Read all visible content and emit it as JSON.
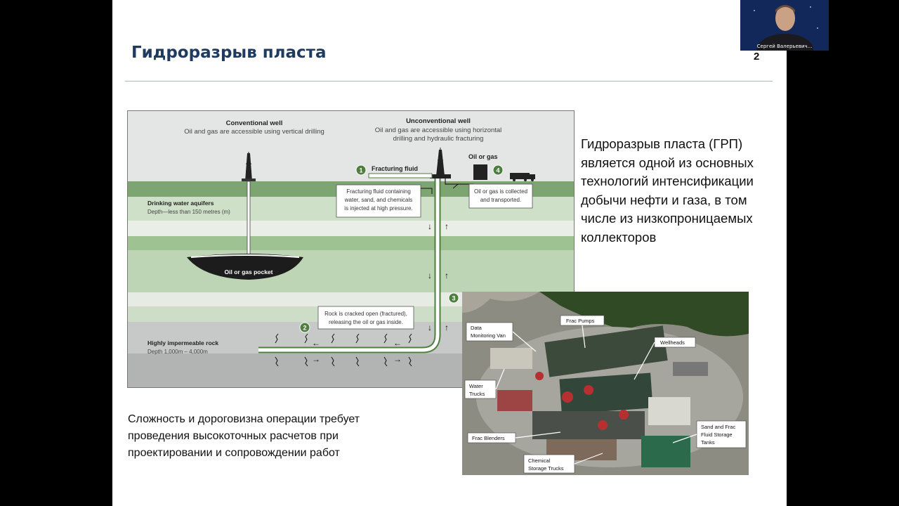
{
  "slide": {
    "title": "Гидроразрыв пласта",
    "number": "2",
    "body_text": "Гидроразрыв пласта (ГРП) является одной из основных технологий интенсификации добычи нефти и газа, в том числе из низкопроницаемых коллекторов",
    "bottom_text": "Сложность и дороговизна операции требует проведения высокоточных расчетов при проектировании и сопровождении работ"
  },
  "diagram": {
    "conventional_title": "Conventional well",
    "conventional_sub": "Oil and gas are accessible using vertical drilling",
    "unconventional_title": "Unconventional well",
    "unconventional_sub1": "Oil and gas are accessible using horizontal",
    "unconventional_sub2": "drilling and hydraulic fracturing",
    "oil_or_gas": "Oil or gas",
    "fracturing_fluid": "Fracturing fluid",
    "step1": "1",
    "step2": "2",
    "step3": "3",
    "step4": "4",
    "fluid_box": [
      "Fracturing fluid containing",
      "water, sand, and chemicals",
      "is injected at high pressure."
    ],
    "collect_box": [
      "Oil or gas is collected",
      "and transported."
    ],
    "aquifer_title": "Drinking water aquifers",
    "aquifer_depth": "Depth—less than 150 metres (m)",
    "pocket_label": "Oil or gas pocket",
    "rock_box": [
      "Rock is cracked open (fractured),",
      "releasing the oil or gas inside."
    ],
    "rock_title": "Highly impermeable rock",
    "rock_depth": "Depth 1,000m – 4,000m"
  },
  "photo": {
    "data_van": [
      "Data",
      "Monitoring Van"
    ],
    "frac_pumps": "Frac Pumps",
    "wellheads": "Wellheads",
    "water_trucks": [
      "Water",
      "Trucks"
    ],
    "frac_blenders": "Frac Blenders",
    "sand_tanks": [
      "Sand and Frac",
      "Fluid Storage",
      "Tanks"
    ],
    "chemical_trucks": [
      "Chemical",
      "Storage Trucks"
    ]
  },
  "webcam": {
    "name": "Сергей Валерьевич..."
  },
  "colors": {
    "title": "#1f3b62",
    "layer_green": "#7da571",
    "step_green": "#4f7f3f",
    "rule": "#a9b8c6"
  }
}
